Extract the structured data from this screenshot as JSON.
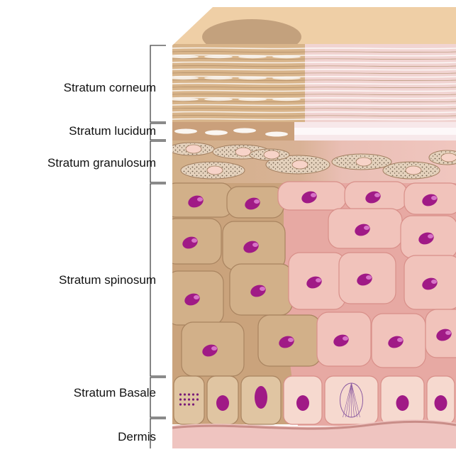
{
  "layers": [
    {
      "id": "corneum",
      "label": "Stratum corneum"
    },
    {
      "id": "lucidum",
      "label": "Stratum lucidum"
    },
    {
      "id": "granulosum",
      "label": "Stratum granulosum"
    },
    {
      "id": "spinosum",
      "label": "Stratum spinosum"
    },
    {
      "id": "basale",
      "label": "Stratum Basale"
    },
    {
      "id": "dermis",
      "label": "Dermis"
    }
  ],
  "colors": {
    "skin_top": "#efcfa6",
    "corneum_tan": "#d8b48a",
    "corneum_pink": "#f1d4d2",
    "lucidum": "#f6e6e8",
    "granular_tan": "#d7c1a8",
    "granular_pink": "#e8b9b4",
    "cell_tan": "#d2b089",
    "cell_pink": "#f1c3bb",
    "nucleus": "#a01a86",
    "dermis": "#efc4c0",
    "bracket": "#444444"
  }
}
